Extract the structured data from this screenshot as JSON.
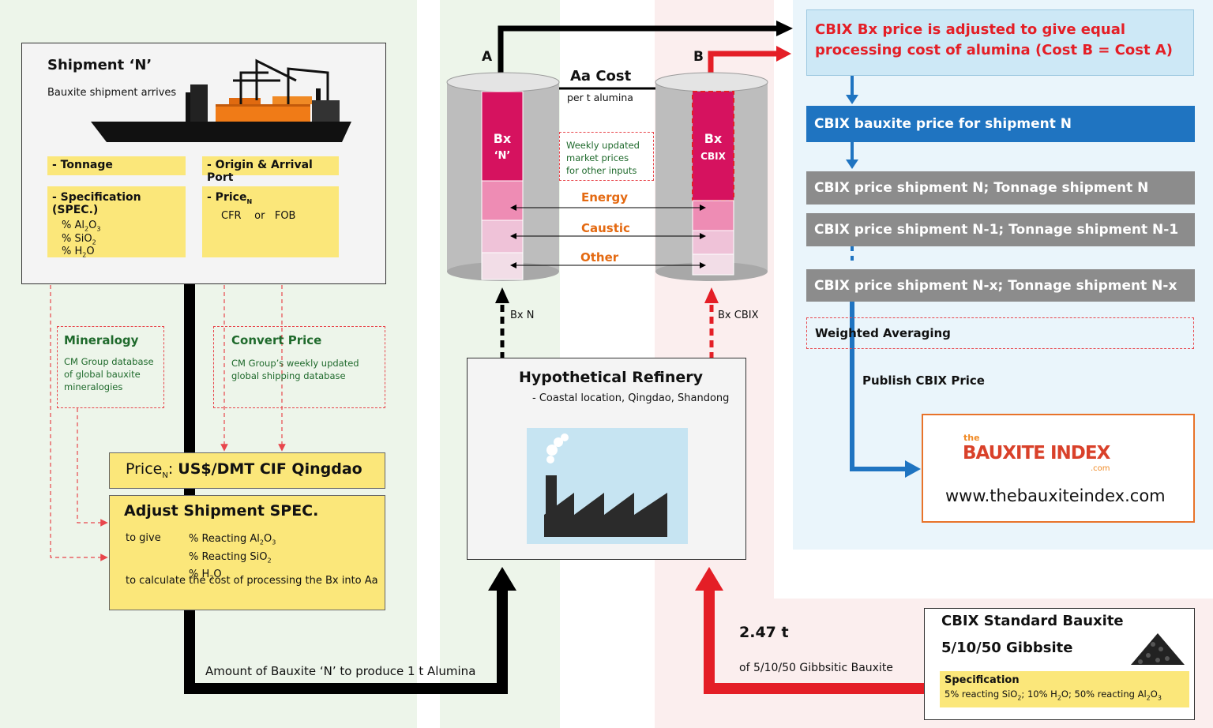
{
  "shipment": {
    "title": "Shipment ‘N’",
    "subtitle": "Bauxite shipment arrives",
    "tonnage": "- Tonnage",
    "origin": "- Origin & Arrival Port",
    "spec_title": "- Specification (SPEC.)",
    "spec_lines": [
      "% Al",
      "2",
      "O",
      "3",
      "% SiO",
      "2",
      "% H",
      "2",
      "O"
    ],
    "price_title": "- Price",
    "price_sub": "N",
    "cfr": "CFR",
    "or": "or",
    "fob": "FOB"
  },
  "mineralogy": {
    "title": "Mineralogy",
    "text": [
      "CM Group database",
      "of global bauxite",
      "mineralogies"
    ]
  },
  "convert": {
    "title": "Convert Price",
    "text": [
      "CM Group’s weekly updated",
      "global shipping database"
    ]
  },
  "price_box": {
    "prefix": "Price",
    "sub": "N",
    "colon": ":",
    "value": "US$/DMT CIF Qingdao"
  },
  "adjust": {
    "title": "Adjust Shipment SPEC.",
    "to_give": "to give",
    "line1": [
      "% Reacting Al",
      "2",
      "O",
      "3"
    ],
    "line2": [
      "% Reacting SiO",
      "2"
    ],
    "line3": [
      "% H",
      "2",
      "O"
    ],
    "footer": "to calculate the cost of processing the Bx into Aa"
  },
  "bottom_label": "Amount of Bauxite ‘N’ to produce 1 t Alumina",
  "cylinders": {
    "label_a": "A",
    "label_b": "B",
    "aa_cost": "Aa Cost",
    "per_t": "per t alumina",
    "bx_n": "Bx",
    "bx_n2": "‘N’",
    "bx_cbix": "Bx",
    "bx_cbix2": "CBIX",
    "weekly": [
      "Weekly updated",
      "market prices",
      "for other inputs"
    ],
    "energy": "Energy",
    "caustic": "Caustic",
    "other": "Other",
    "arrow_n": "Bx N",
    "arrow_cbix": "Bx CBIX"
  },
  "refinery": {
    "title": "Hypothetical Refinery",
    "location": "- Coastal location, Qingdao, Shandong"
  },
  "right": {
    "adjusted": [
      "CBIX Bx price is adjusted to give equal",
      "processing cost of alumina (Cost B = Cost A)"
    ],
    "cbix_price": "CBIX bauxite price for shipment N",
    "bar1": "CBIX price shipment N; Tonnage shipment N",
    "bar2": "CBIX price shipment N-1; Tonnage shipment N-1",
    "bar3": "CBIX price shipment N-x; Tonnage shipment N-x",
    "weighted": "Weighted Averaging",
    "publish": "Publish CBIX Price",
    "logo_the": "the",
    "logo_main": "BAUXITE INDEX",
    "logo_com": ".com",
    "url": "www.thebauxiteindex.com"
  },
  "standard": {
    "tonnes": "2.47 t",
    "of_gibbs": "of 5/10/50 Gibbsitic Bauxite",
    "title": "CBIX Standard Bauxite",
    "subtitle": "5/10/50 Gibbsite",
    "spec_title": "Specification",
    "spec_text": [
      "5% reacting SiO",
      "2",
      "; 10% H",
      "2",
      "O; 50% reacting Al",
      "2",
      "O",
      "3"
    ]
  },
  "colors": {
    "bg_green": "#edf5ea",
    "bg_red": "#fbeeee",
    "bg_blue": "#eaf5fb",
    "yellow": "#fbe77a",
    "magenta": "#d6125f",
    "blue_bar": "#1f74c1",
    "grey_bar": "#8c8c8c",
    "red_text": "#e41e26",
    "orange": "#e46a12"
  }
}
